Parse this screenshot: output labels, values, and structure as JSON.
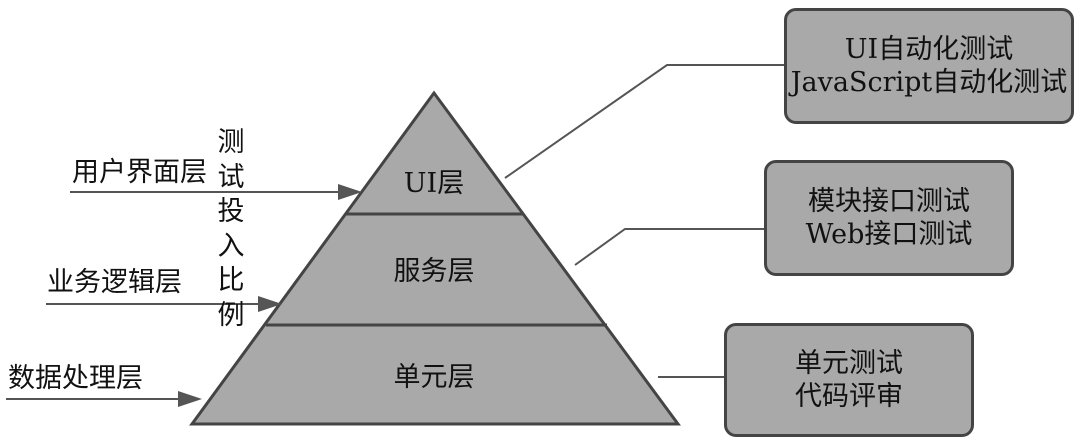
{
  "layers": [
    {
      "name": "UI层",
      "left_label": "用户界面层",
      "box_lines": [
        "UI自动化测试",
        "JavaScript自动化测试"
      ]
    },
    {
      "name": "服务层",
      "left_label": "业务逻辑层",
      "box_lines": [
        "模块接口测试",
        "Web接口测试"
      ]
    },
    {
      "name": "单元层",
      "left_label": "数据处理层",
      "box_lines": [
        "单元测试",
        "代码评审"
      ]
    }
  ],
  "vertical_label": [
    "测",
    "试",
    "投",
    "入",
    "比",
    "例"
  ],
  "colors": {
    "pyramid": "#a9a9a9",
    "box": "#a9a9a9",
    "border": "#444444",
    "line": "#555555"
  }
}
